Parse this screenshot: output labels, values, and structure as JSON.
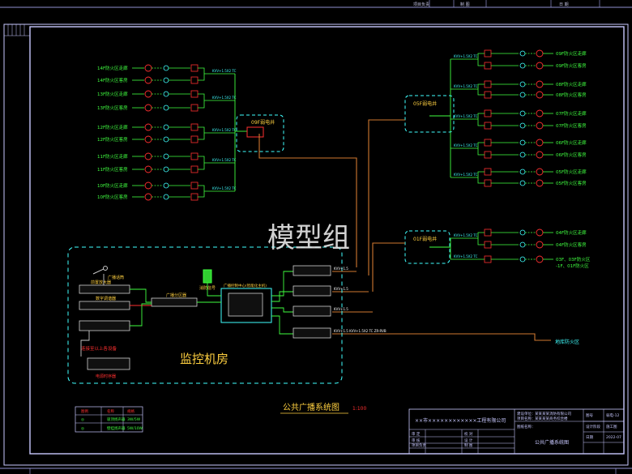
{
  "watermark": "模型组",
  "control_room_label": "监控机房",
  "drawing_title": "公共广播系统图",
  "drawing_scale": "1:100",
  "panels": {
    "p09": "09F弱电井",
    "p05": "05F弱电井",
    "p01": "01F弱电井"
  },
  "left_outputs": [
    "14F防火区走廊",
    "14F防火区客房",
    "13F防火区走廊",
    "13F防火区客房",
    "12F防火区走廊",
    "12F防火区客房",
    "11F防火区走廊",
    "11F防火区客房",
    "10F防火区走廊",
    "10F防火区客房"
  ],
  "right_outputs": [
    "09F防火区走廊",
    "09F防火区客房",
    "08F防火区走廊",
    "08F防火区客房",
    "07F防火区走廊",
    "07F防火区客房",
    "06F防火区走廊",
    "06F防火区客房",
    "05F防火区走廊",
    "05F防火区客房"
  ],
  "right_outputs_low": [
    "04F防火区走廊",
    "04F防火区客房",
    "03F、03F防火区"
  ],
  "right_outputs_low_sub": "-1F、01F防火区",
  "fire_zone_label": "地库防火区",
  "trunk_label": "KVV+1.5X2 TC",
  "trunk_labels_right": [
    "KVV+1.5X2 TC",
    "KVV+1.5X2 TC",
    "KVV+1.5X2 TC",
    "KVV+1.5X2 TC",
    "KVV+1.5X2 TC"
  ],
  "riser_labels": [
    "KVV+1.5",
    "KVV+1.5",
    "KVV+1.5",
    "KVV+1.5 KVV+1.5X2 TC ZR-RVB"
  ],
  "equipment": {
    "mic": "广播话筒",
    "preamp": "前置放大器",
    "tuner": "数字调谐器",
    "matrix": "广播分区器",
    "host": "广播控制中心(智能化主机)",
    "fire": "消防信号",
    "power": "电源时序器",
    "power_note": "连接至以上各设备"
  },
  "legend": {
    "rows": [
      [
        "图例",
        "名称",
        "规格"
      ],
      [
        "◎",
        "吸顶扬声器",
        "3W/5W"
      ],
      [
        "◎",
        "壁挂扬声器",
        "5W/10W"
      ]
    ]
  },
  "title_block": {
    "company": "××市××××××××××××工程有限公司",
    "design_unit": "建设单位：",
    "design_value": "某某某某消防有限公司",
    "project_name": "项目名称：",
    "project_value": "某某某某商务综合楼",
    "drawing_name_label": "图纸名称：",
    "drawing_name": "公共广播系统图",
    "code_label": "图号",
    "code_value": "弱电-12",
    "stage_label": "设计阶段",
    "stage_value": "施工图",
    "date_label": "日期",
    "date_value": "2022-07",
    "rows": [
      "审 定",
      "审 核",
      "项目负责"
    ],
    "rows2": [
      "校 对",
      "设 计",
      "制 图"
    ]
  },
  "top_strip": {
    "left": "项目负责",
    "mid1": "制 图",
    "mid2": "日 期"
  },
  "colors": {
    "frame": "#c8c8ff",
    "green": "#40ff40",
    "cyan": "#40ffff",
    "yellow": "#ffd040",
    "red": "#ff3030",
    "orange": "#d07830",
    "blue": "#6060ff",
    "watermark": "#e0e0e0"
  }
}
